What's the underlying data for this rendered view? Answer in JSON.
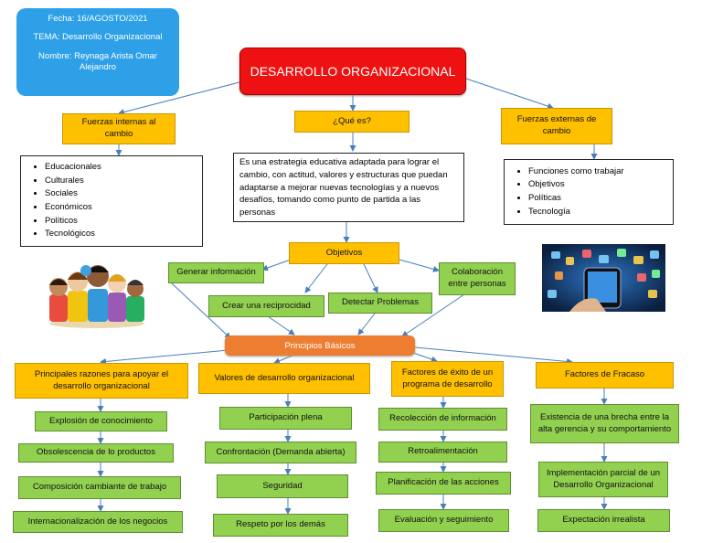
{
  "header": {
    "fecha": "Fecha: 16/AGOSTO/2021",
    "tema": "TEMA: Desarrollo Organizacional",
    "nombre": "Nombre: Reynaga Arista Omar Alejandro"
  },
  "title": "DESARROLLO ORGANIZACIONAL",
  "fuerzas_internas": {
    "label": "Fuerzas internas al cambio",
    "items": [
      "Educacionales",
      "Culturales",
      "Sociales",
      "Económicos",
      "Políticos",
      "Tecnológicos"
    ]
  },
  "que_es": {
    "label": "¿Qué es?",
    "text": "Es una estrategia educativa adaptada para lograr el cambio, con actitud, valores y estructuras que puedan adaptarse a mejorar nuevas tecnologías y a nuevos desafíos, tomando como punto de partida a las personas"
  },
  "fuerzas_externas": {
    "label": "Fuerzas externas de cambio",
    "items": [
      "Funciones como trabajar",
      "Objetivos",
      "Políticas",
      "Tecnología"
    ]
  },
  "objetivos": {
    "label": "Objetivos",
    "items": [
      "Generar información",
      "Crear una reciprocidad",
      "Detectar Problemas",
      "Colaboración entre personas"
    ]
  },
  "principios": "Principios Básicos",
  "columns": [
    {
      "header": "Principales razones para apoyar el desarrollo organizacional",
      "items": [
        "Explosión de conocimiento",
        "Obsolescencia de lo productos",
        "Composición cambiante de trabajo",
        "Internacionalización de los negocios"
      ]
    },
    {
      "header": "Valores de desarrollo organizacional",
      "items": [
        "Participación plena",
        "Confrontación (Demanda abierta)",
        "Seguridad",
        "Respeto por los demás"
      ]
    },
    {
      "header": "Factores de éxito de un programa de desarrollo",
      "items": [
        "Recolección de información",
        "Retroalimentación",
        "Planificación de las acciones",
        "Evaluación y seguimiento"
      ]
    },
    {
      "header": "Factores de Fracaso",
      "items": [
        "Existencia de una brecha entre la alta gerencia y su comportamiento",
        "Implementación parcial de un Desarrollo Organizacional",
        "Expectación irrealista"
      ]
    }
  ],
  "colors": {
    "title": "#ee1111",
    "header_box": "#2ea0e8",
    "yellow": "#ffc000",
    "green": "#92d050",
    "orange": "#ed7d31",
    "arrow": "#4a7ebb"
  }
}
